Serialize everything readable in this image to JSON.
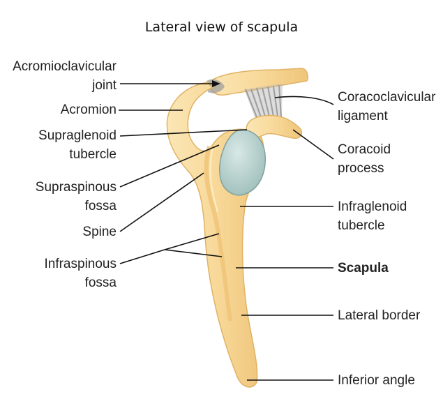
{
  "title": "Lateral view of scapula",
  "labels": {
    "acromioclavicular_joint": [
      "Acromioclavicular",
      "joint"
    ],
    "acromion": [
      "Acromion"
    ],
    "supraglenoid_tubercle": [
      "Supraglenoid",
      "tubercle"
    ],
    "supraspinous_fossa": [
      "Supraspinous",
      "fossa"
    ],
    "spine": [
      "Spine"
    ],
    "infraspinous_fossa": [
      "Infraspinous",
      "fossa"
    ],
    "coracoclavicular_ligament": [
      "Coracoclavicular",
      "ligament"
    ],
    "coracoid_process": [
      "Coracoid",
      "process"
    ],
    "infraglenoid_tubercle": [
      "Infraglenoid",
      "tubercle"
    ],
    "scapula": [
      "Scapula"
    ],
    "lateral_border": [
      "Lateral border"
    ],
    "inferior_angle": [
      "Inferior angle"
    ]
  },
  "colors": {
    "bone_fill": "#f8d99a",
    "bone_outline": "#e0b264",
    "cartilage_fill": "#b6d2cf",
    "ligament": "#8a8a8a",
    "leader_line": "#111111"
  }
}
